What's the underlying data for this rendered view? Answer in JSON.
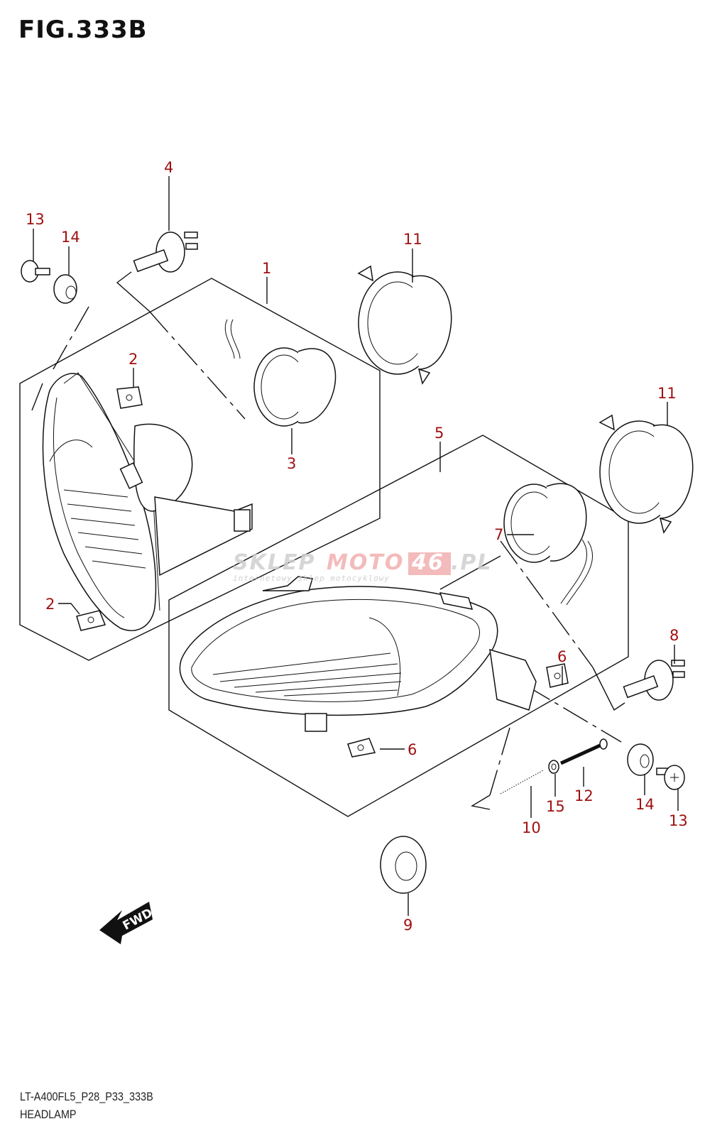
{
  "figure": {
    "title": "FIG.333B",
    "model_code": "LT-A400FL5_P28_P33_333B",
    "section_name": "HEADLAMP"
  },
  "watermark": {
    "brand_part1": "SKLEP",
    "brand_part2": "MOTO",
    "brand_part3": "46",
    "brand_part4": ".PL",
    "tagline": "internetowy sklep motocyklowy"
  },
  "direction_arrow": {
    "label": "FWD"
  },
  "colors": {
    "callout": "#a01010",
    "line": "#111111",
    "watermark_gray": "#c8c8c8",
    "watermark_red": "#f0a0a0"
  },
  "callouts": [
    {
      "id": "c13a",
      "number": "13"
    },
    {
      "id": "c14a",
      "number": "14"
    },
    {
      "id": "c4",
      "number": "4"
    },
    {
      "id": "c1",
      "number": "1"
    },
    {
      "id": "c11a",
      "number": "11"
    },
    {
      "id": "c2a",
      "number": "2"
    },
    {
      "id": "c3",
      "number": "3"
    },
    {
      "id": "c2b",
      "number": "2"
    },
    {
      "id": "c5",
      "number": "5"
    },
    {
      "id": "c11b",
      "number": "11"
    },
    {
      "id": "c7",
      "number": "7"
    },
    {
      "id": "c8",
      "number": "8"
    },
    {
      "id": "c6a",
      "number": "6"
    },
    {
      "id": "c6b",
      "number": "6"
    },
    {
      "id": "c12",
      "number": "12"
    },
    {
      "id": "c14b",
      "number": "14"
    },
    {
      "id": "c13b",
      "number": "13"
    },
    {
      "id": "c15",
      "number": "15"
    },
    {
      "id": "c10",
      "number": "10"
    },
    {
      "id": "c9",
      "number": "9"
    }
  ]
}
